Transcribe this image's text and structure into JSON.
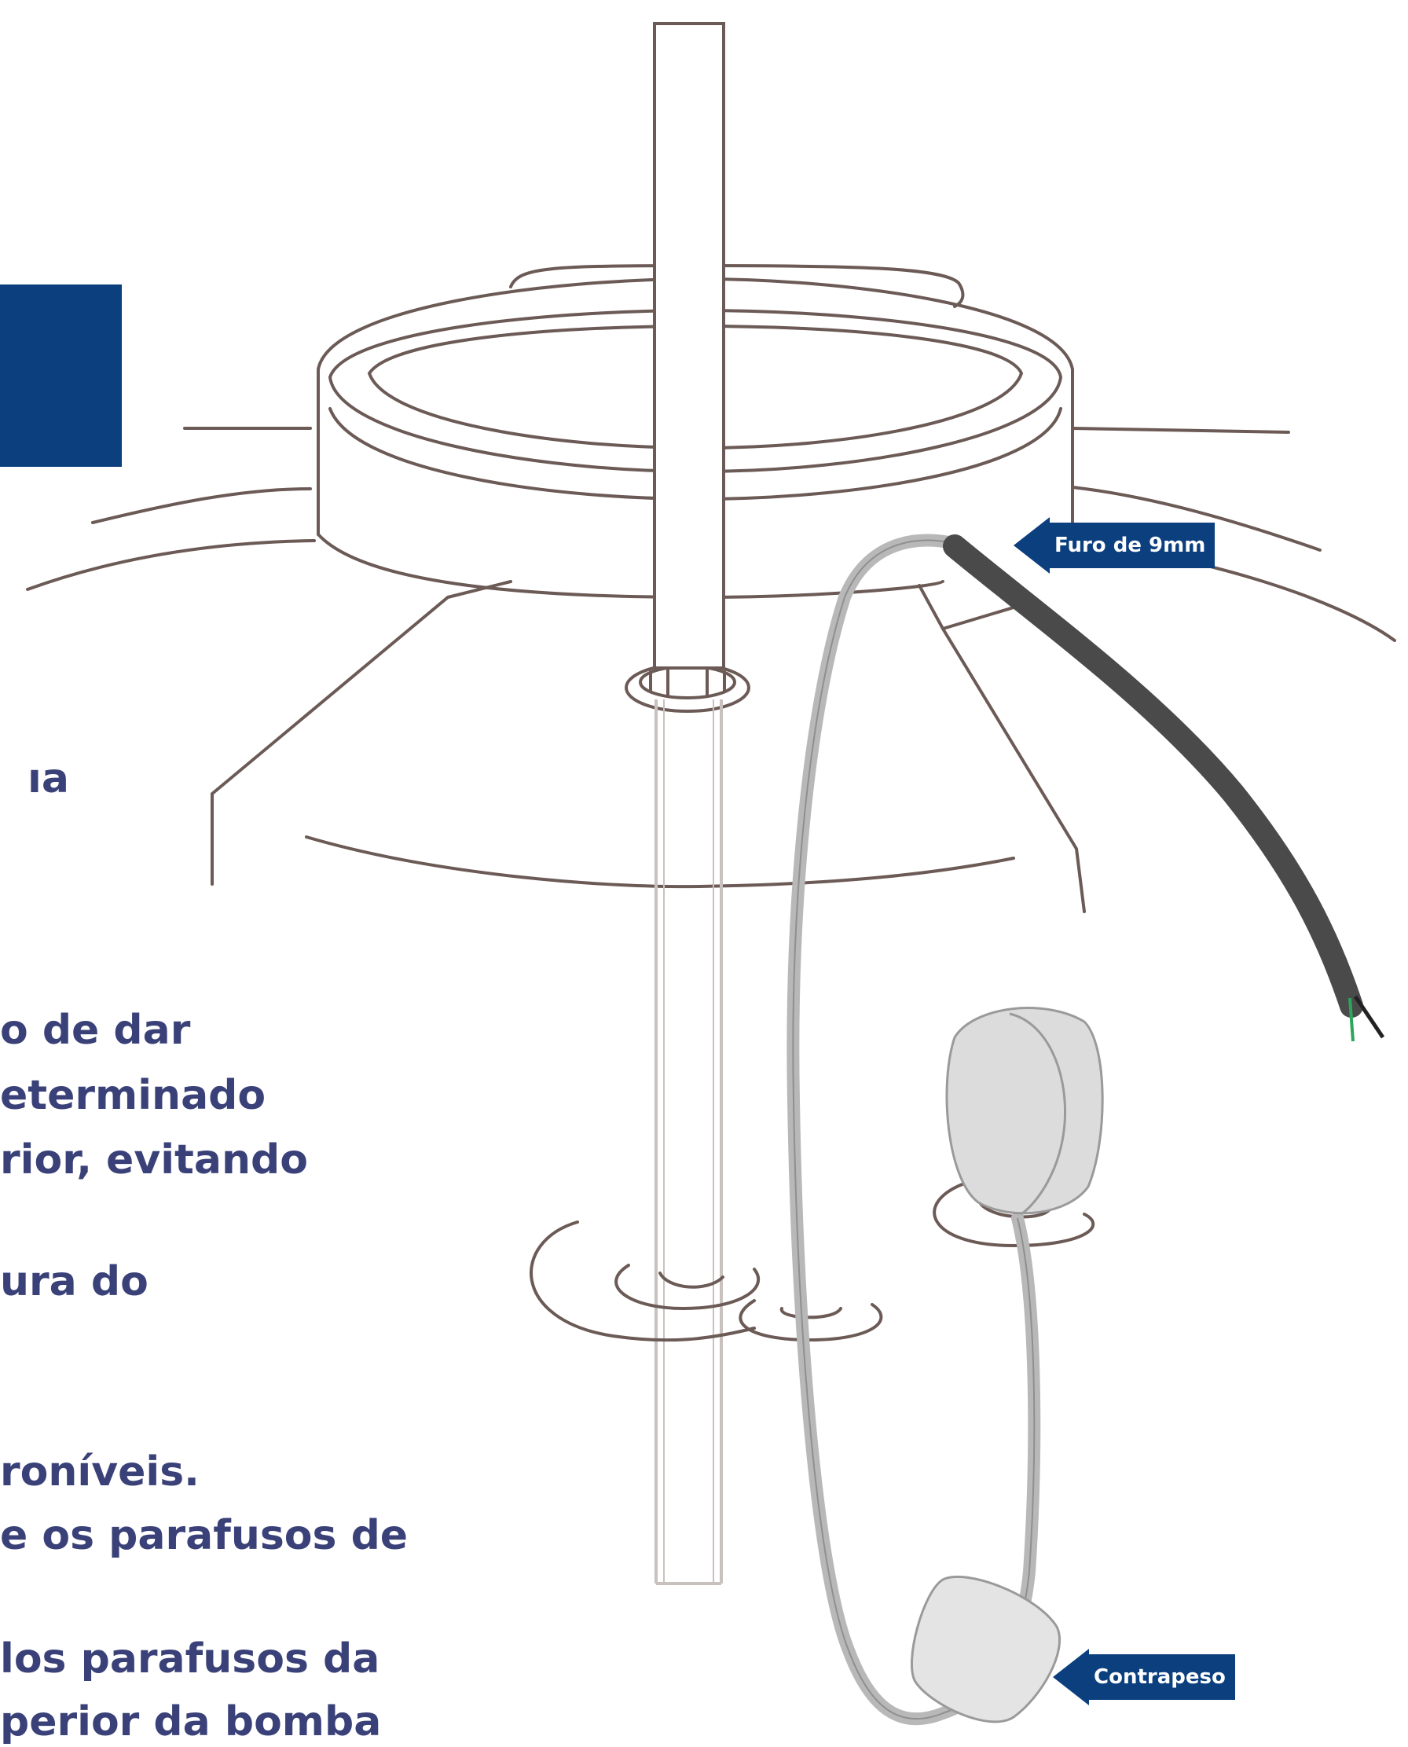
{
  "text_fragments": [
    "ıa",
    "o de dar",
    "eterminado",
    "rior, evitando",
    "ura do",
    "roníveis.",
    "e os parafusos de",
    "los parafusos da",
    "perior da bomba"
  ],
  "callouts": {
    "hole": "Furo de 9mm",
    "counterweight": "Contrapeso"
  },
  "colors": {
    "accent_blue": "#0b3f7e",
    "text": "#3a4178",
    "line": "#6b5a55",
    "cable_dark": "#4a4a4a",
    "cable_light": "#b8b8b8"
  }
}
